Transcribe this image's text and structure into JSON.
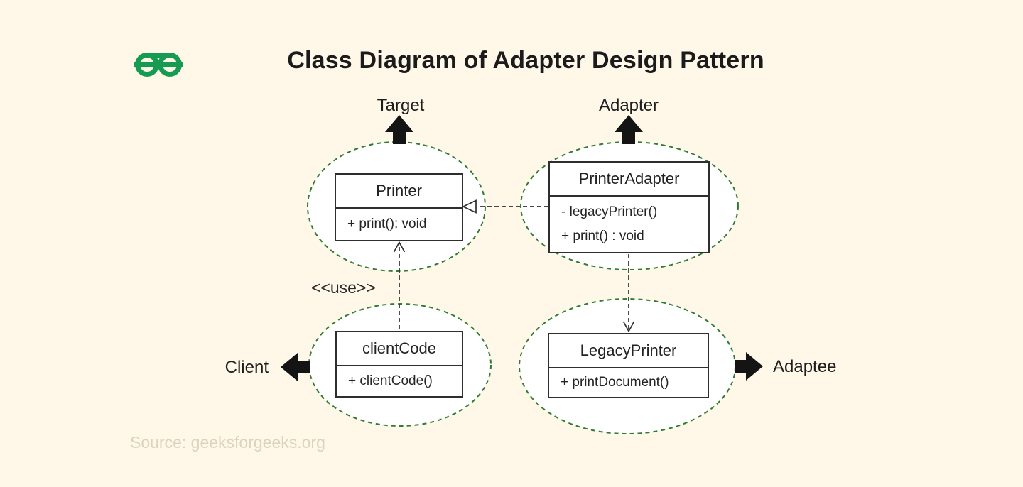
{
  "page": {
    "title": "Class Diagram of Adapter Design Pattern",
    "source_credit": "Source: geeksforgeeks.org",
    "background_color": "#FFF7E8",
    "brand_color": "#169b52",
    "ellipse_color": "#2f7d32",
    "line_color": "#2e2e2e",
    "credit_color": "#dcd3bf"
  },
  "icons": {
    "logo": "geeksforgeeks-monogram",
    "target_arrow": "solid-block-arrow-up",
    "adapter_arrow": "solid-block-arrow-up",
    "client_arrow": "solid-block-arrow-left",
    "adaptee_arrow": "solid-block-arrow-right",
    "realization_head": "hollow-triangle-left",
    "dependency_head": "open-v-arrow"
  },
  "diagram": {
    "classes": [
      {
        "id": "printer",
        "name": "Printer",
        "members": [
          "+ print(): void"
        ]
      },
      {
        "id": "printer_adapter",
        "name": "PrinterAdapter",
        "members": [
          "- legacyPrinter()",
          "+ print() : void"
        ]
      },
      {
        "id": "client_code",
        "name": "clientCode",
        "members": [
          "+ clientCode()"
        ]
      },
      {
        "id": "legacy_printer",
        "name": "LegacyPrinter",
        "members": [
          "+ printDocument()"
        ]
      }
    ],
    "role_labels": [
      {
        "text": "Target",
        "for": "printer",
        "arrow_direction": "up"
      },
      {
        "text": "Adapter",
        "for": "printer_adapter",
        "arrow_direction": "up"
      },
      {
        "text": "Client",
        "for": "client_code",
        "arrow_direction": "left"
      },
      {
        "text": "Adaptee",
        "for": "legacy_printer",
        "arrow_direction": "right"
      }
    ],
    "use_label": "<<use>>",
    "relationships": [
      {
        "from": "printer_adapter",
        "to": "printer",
        "type": "realization",
        "style": "dashed"
      },
      {
        "from": "client_code",
        "to": "printer",
        "type": "dependency",
        "label": "<<use>>",
        "style": "dashed"
      },
      {
        "from": "printer_adapter",
        "to": "legacy_printer",
        "type": "dependency",
        "style": "dashed"
      }
    ]
  }
}
